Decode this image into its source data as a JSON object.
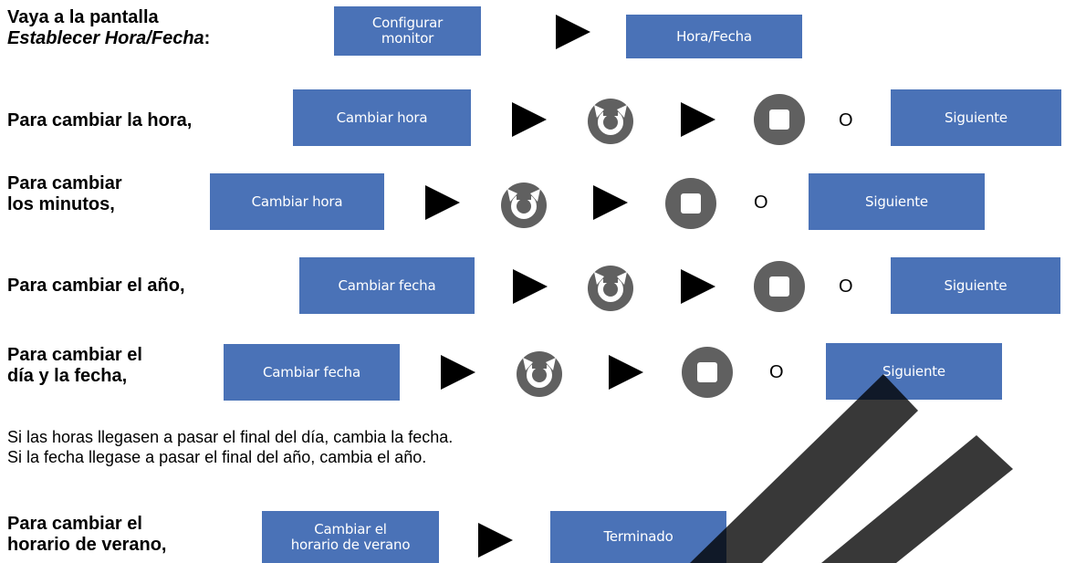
{
  "row_setup": {
    "label_line1": "Vaya a la pantalla",
    "label_line2_italic": "Establecer Hora/Fecha",
    "label_line2_colon": ":",
    "button1": "Configurar\nmonitor",
    "button2": "Hora/Fecha"
  },
  "row_hour": {
    "label": "Para cambiar la hora,",
    "button": "Cambiar hora",
    "or": "O",
    "next": "Siguiente"
  },
  "row_minutes": {
    "label_line1": "Para cambiar",
    "label_line2": "los minutos,",
    "button": "Cambiar hora",
    "or": "O",
    "next": "Siguiente"
  },
  "row_year": {
    "label": "Para cambiar el año,",
    "button": "Cambiar fecha",
    "or": "O",
    "next": "Siguiente"
  },
  "row_day": {
    "label_line1": "Para cambiar el",
    "label_line2": "día y la fecha,",
    "button": "Cambiar fecha",
    "or": "O",
    "next": "Siguiente"
  },
  "notes": {
    "line1": "Si las horas llegasen a pasar el final del día, cambia la fecha.",
    "line2": "Si la fecha llegase a pasar el final del año, cambia el año."
  },
  "row_dst": {
    "label_line1": "Para cambiar el",
    "label_line2": "horario de verano,",
    "button": "Cambiar el\nhorario de verano",
    "done": "Terminado"
  },
  "icons": [
    "arrow-right-icon",
    "rotate-knob-icon",
    "stop-button-icon"
  ],
  "colors": {
    "button_bg": "#4a72b7",
    "icon_gray": "#606060",
    "watermark": "#000000"
  }
}
